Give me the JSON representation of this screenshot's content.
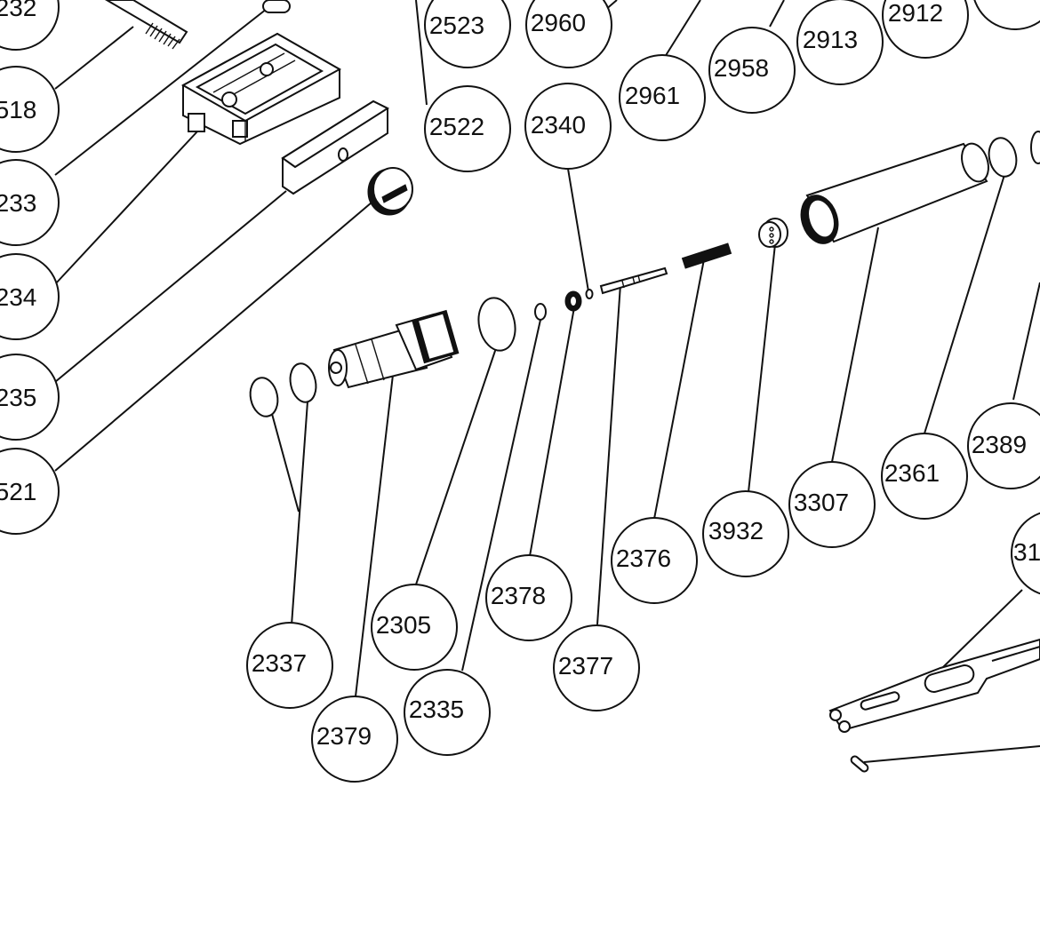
{
  "callouts": {
    "c232": "232",
    "c518": "518",
    "c233": "233",
    "c234": "234",
    "c235": "235",
    "c521": "521",
    "c2523": "2523",
    "c2522": "2522",
    "c2960": "2960",
    "c2340": "2340",
    "c2961": "2961",
    "c2958": "2958",
    "c2913": "2913",
    "c2912": "2912",
    "c2389": "2389",
    "c2361": "2361",
    "c3307": "3307",
    "c3932": "3932",
    "c2376": "2376",
    "c2378": "2378",
    "c2377": "2377",
    "c2305": "2305",
    "c2335": "2335",
    "c2337": "2337",
    "c2379": "2379",
    "c31": "31"
  }
}
